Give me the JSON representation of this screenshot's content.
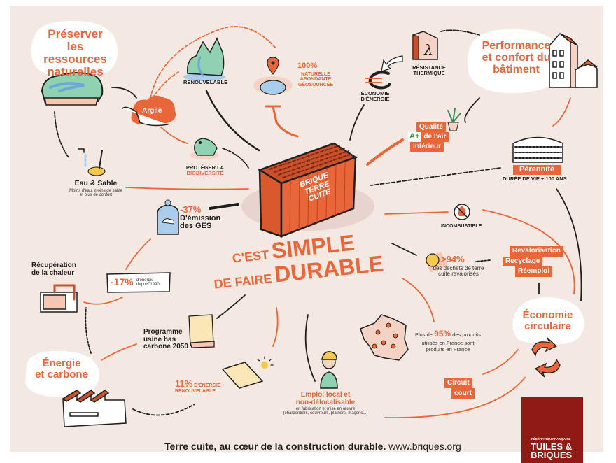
{
  "colors": {
    "background": "#f3e9e2",
    "accent": "#e8663a",
    "ink": "#1f1f1f",
    "logo": "#8e1c14",
    "green": "#2a9d3a"
  },
  "preserver": {
    "title_lines": [
      "Préserver",
      "les ressources",
      "naturelles"
    ]
  },
  "argile": "Argile",
  "renouvelable": "RENOUVELABLE",
  "naturelle": {
    "percent": "100%",
    "lines": [
      "NATURELLE",
      "ABONDANTE",
      "GÉOSOURCÉE"
    ]
  },
  "biodiversite": {
    "line1": "PROTÉGER LA",
    "line2": "BIODIVERSITÉ"
  },
  "eau_sable": {
    "title": "Eau & Sable",
    "sub1": "Moins d'eau, moins de sable",
    "sub2": "et plus de confort"
  },
  "ges": {
    "percent": "-37%",
    "line1": "D'émission",
    "line2": "des GES"
  },
  "brique": {
    "lines": [
      "BRIQUE",
      "TERRE",
      "CUITE"
    ]
  },
  "resistance": {
    "line1": "RÉSISTANCE",
    "line2": "THERMIQUE"
  },
  "economie_energie": {
    "line1": "ÉCONOMIE",
    "line2": "D'ÉNERGIE"
  },
  "performance": {
    "title_lines": [
      "Performance",
      "et confort du",
      "bâtiment"
    ]
  },
  "qualite_air": {
    "line1": "Qualité",
    "grade": "A+",
    "line2": "de l'air",
    "line3": "intérieur"
  },
  "perennite": {
    "label": "Pérennité",
    "sub": "DURÉE DE VIE + 100 ANS"
  },
  "incombustible": "INCOMBUSTIBLE",
  "slogan": {
    "part1": "C'EST",
    "part2": "SIMPLE",
    "part3": "DE FAIRE",
    "part4": "DURABLE"
  },
  "dechets": {
    "percent": ">94%",
    "line1": "des déchets de terre",
    "line2": "cuite revalorisés"
  },
  "revalorisation": [
    "Revalorisation",
    "Recyclage",
    "Réemploi"
  ],
  "economie_circulaire": {
    "title_lines": [
      "Économie",
      "circulaire"
    ]
  },
  "produits_france": {
    "prefix": "Plus de",
    "percent": "95%",
    "suffix": "des produits",
    "line2": "utilisés en France sont",
    "line3": "produits en France"
  },
  "circuit_court": {
    "line1": "Circuit",
    "line2": "court"
  },
  "emploi": {
    "line1": "Emploi local et",
    "line2": "non-délocalisable",
    "sub1": "en fabrication et mise en œuvre",
    "sub2": "(charpentiers, couvreurs, plâtriers, maçons...)"
  },
  "chaleur": {
    "line1": "Récupération",
    "line2": "de la chaleur"
  },
  "energie_17": {
    "percent": "-17%",
    "line1": "d'énergie",
    "line2": "depuis 1990"
  },
  "programme": {
    "lines": [
      "Programme",
      "usine bas",
      "carbone 2050"
    ]
  },
  "energie_carbone": {
    "title_lines": [
      "Énergie",
      "et carbone"
    ]
  },
  "renouvelable_11": {
    "percent": "11%",
    "line1": "D'ÉNERGIE",
    "line2": "RENOUVELABLE"
  },
  "footer": {
    "tagline": "Terre cuite, au cœur de la construction durable.",
    "url": "www.briques.org"
  },
  "logo": {
    "top": "FÉDÉRATION FRANÇAISE",
    "line1": "TUILES &",
    "line2": "BRIQUES"
  }
}
